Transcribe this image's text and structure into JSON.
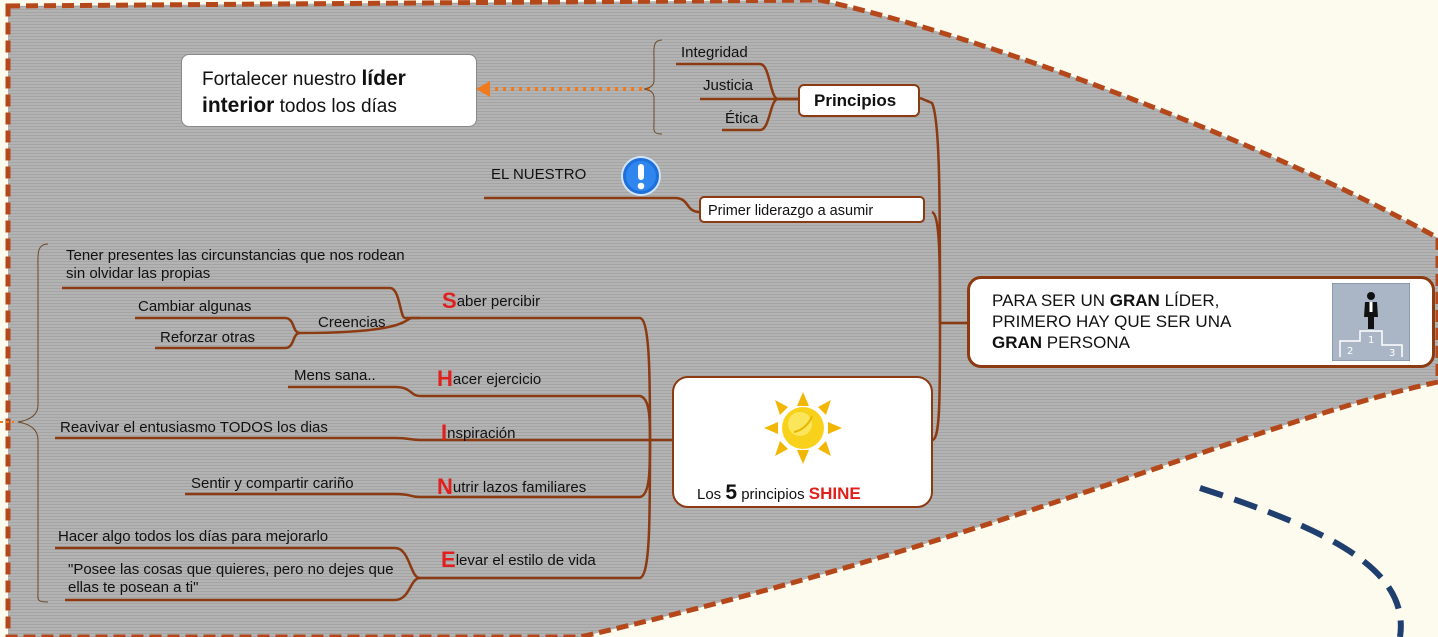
{
  "callout": {
    "pre": "Fortalecer nuestro ",
    "bold1": "líder",
    "bold2": "interior",
    "post": " todos los días"
  },
  "principios": {
    "title": "Principios",
    "items": [
      "Integridad",
      "Justicia",
      "Ética"
    ]
  },
  "primer": {
    "title": "Primer liderazgo a asumir",
    "child": "EL NUESTRO",
    "icon": "exclamation-icon"
  },
  "central": {
    "line1_pre": "PARA SER UN ",
    "line1_bold": "GRAN",
    "line1_post": " LÍDER,",
    "line2": "PRIMERO HAY QUE SER UNA",
    "line3_bold": "GRAN",
    "line3_post": " PERSONA",
    "icon": "podium-icon"
  },
  "shine": {
    "pre": "Los ",
    "number": "5",
    "mid": " principios ",
    "word": "SHINE",
    "icon": "sun-icon"
  },
  "branches": {
    "saber": {
      "letter": "S",
      "rest": "aber percibir",
      "circ": "Tener presentes las circunstancias que nos rodean sin olvidar las propias",
      "creencias": "Creencias",
      "cambiar": "Cambiar algunas",
      "reforzar": "Reforzar otras"
    },
    "hacer": {
      "letter": "H",
      "rest": "acer ejercicio",
      "child": "Mens sana.."
    },
    "inspiracion": {
      "letter": "I",
      "rest": "nspiración",
      "child": "Reavivar el entusiasmo TODOS los dias"
    },
    "nutrir": {
      "letter": "N",
      "rest": "utrir lazos familiares",
      "child": "Sentir y compartir cariño"
    },
    "elevar": {
      "letter": "E",
      "rest": "levar el estilo de vida",
      "child1": "Hacer algo todos los días para mejorarlo",
      "child2": "\"Posee las cosas que quieres, pero no dejes que ellas te posean a ti\""
    }
  },
  "colors": {
    "branch": "#8b3a12",
    "boundary": "#b5481a",
    "dashed_link": "#1f3f6e",
    "callout_arrow": "#f07a1e",
    "letter": "#e0201c",
    "region_fill": "#adadad"
  }
}
